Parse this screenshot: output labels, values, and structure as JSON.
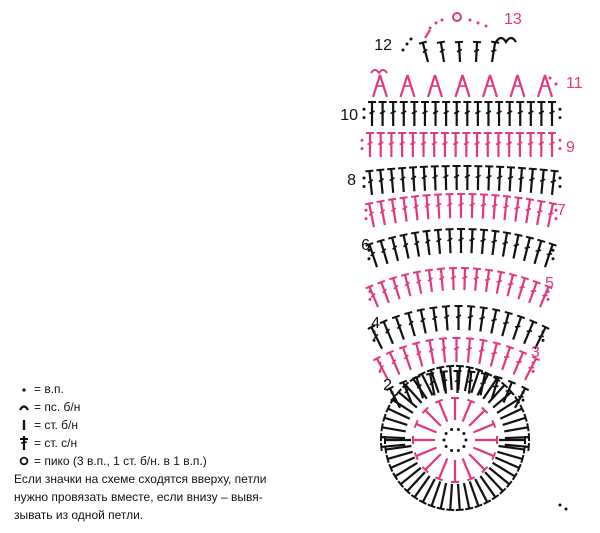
{
  "colors": {
    "black": "#111111",
    "pink": "#e3387f"
  },
  "row_labels": [
    {
      "text": "2",
      "color": "black"
    },
    {
      "text": "3",
      "color": "pink"
    },
    {
      "text": "4",
      "color": "black"
    },
    {
      "text": "5",
      "color": "pink"
    },
    {
      "text": "6",
      "color": "black"
    },
    {
      "text": "7",
      "color": "pink"
    },
    {
      "text": "8",
      "color": "black"
    },
    {
      "text": "9",
      "color": "pink"
    },
    {
      "text": "10",
      "color": "black"
    },
    {
      "text": "11",
      "color": "pink"
    },
    {
      "text": "12",
      "color": "black"
    },
    {
      "text": "13",
      "color": "pink"
    }
  ],
  "legend": {
    "items": [
      {
        "icon": "chain-dot-icon",
        "text": "= в.п."
      },
      {
        "icon": "single-arc-icon",
        "text": "= пс. б/н"
      },
      {
        "icon": "single-bar-icon",
        "text": "= ст. б/н"
      },
      {
        "icon": "double-crochet-icon",
        "text": "= ст. с/н"
      },
      {
        "icon": "picot-icon",
        "text": "= пико (3 в.п., 1 ст. б/н. в 1 в.п.)"
      }
    ],
    "note": [
      "Если значки на схеме сходятся вверху, петли",
      "нужно провязать вместе, если внизу – вывя-",
      "зывать из одной петли."
    ]
  }
}
